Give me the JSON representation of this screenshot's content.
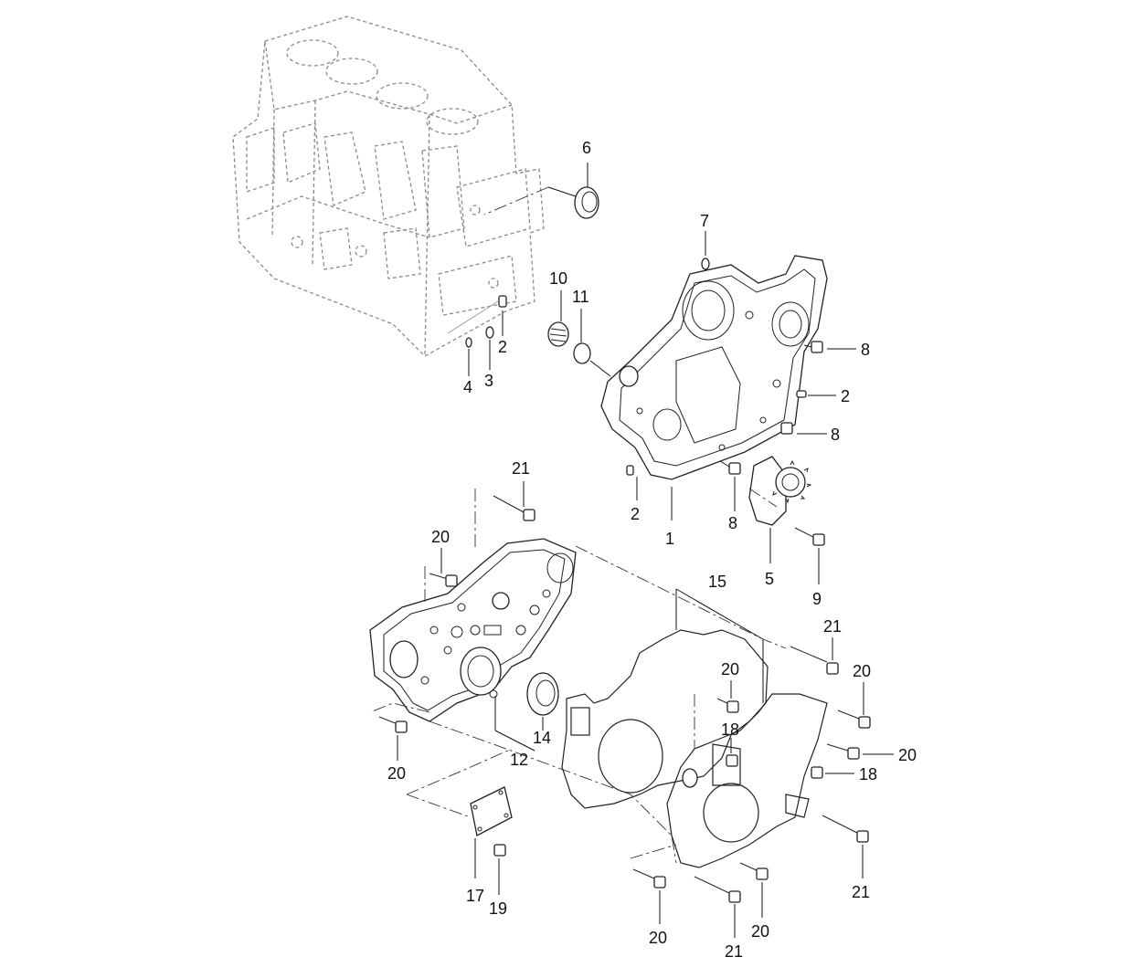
{
  "callouts": [
    {
      "id": "c1",
      "text": "1"
    },
    {
      "id": "c2a",
      "text": "2"
    },
    {
      "id": "c2b",
      "text": "2"
    },
    {
      "id": "c2c",
      "text": "2"
    },
    {
      "id": "c3",
      "text": "3"
    },
    {
      "id": "c4",
      "text": "4"
    },
    {
      "id": "c5",
      "text": "5"
    },
    {
      "id": "c6",
      "text": "6"
    },
    {
      "id": "c7",
      "text": "7"
    },
    {
      "id": "c8a",
      "text": "8"
    },
    {
      "id": "c8b",
      "text": "8"
    },
    {
      "id": "c8c",
      "text": "8"
    },
    {
      "id": "c9",
      "text": "9"
    },
    {
      "id": "c10",
      "text": "10"
    },
    {
      "id": "c11",
      "text": "11"
    },
    {
      "id": "c12",
      "text": "12"
    },
    {
      "id": "c14",
      "text": "14"
    },
    {
      "id": "c15",
      "text": "15"
    },
    {
      "id": "c17",
      "text": "17"
    },
    {
      "id": "c18a",
      "text": "18"
    },
    {
      "id": "c18b",
      "text": "18"
    },
    {
      "id": "c19",
      "text": "19"
    },
    {
      "id": "c20a",
      "text": "20"
    },
    {
      "id": "c20b",
      "text": "20"
    },
    {
      "id": "c20c",
      "text": "20"
    },
    {
      "id": "c20d",
      "text": "20"
    },
    {
      "id": "c20e",
      "text": "20"
    },
    {
      "id": "c20f",
      "text": "20"
    },
    {
      "id": "c20g",
      "text": "20"
    },
    {
      "id": "c21a",
      "text": "21"
    },
    {
      "id": "c21b",
      "text": "21"
    },
    {
      "id": "c21c",
      "text": "21"
    },
    {
      "id": "c21d",
      "text": "21"
    }
  ]
}
